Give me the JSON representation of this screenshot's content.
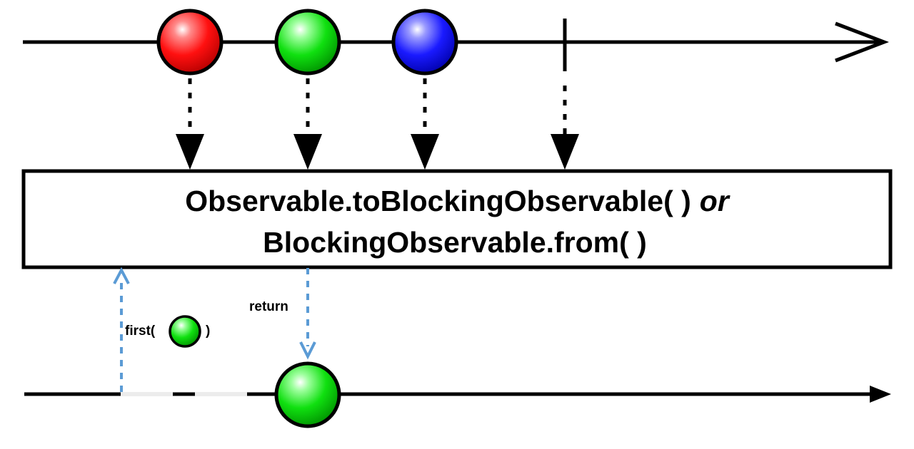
{
  "operator": {
    "line1_main": "Observable.toBlockingObservable( )",
    "line1_or": "or",
    "line2": "BlockingObservable.from( )"
  },
  "labels": {
    "first_open": "first(",
    "first_close": ")",
    "return": "return"
  },
  "top_timeline": {
    "items": [
      {
        "name": "red-marble",
        "color": "#ff0000"
      },
      {
        "name": "green-marble",
        "color": "#00dd00"
      },
      {
        "name": "blue-marble",
        "color": "#1a1aff"
      }
    ],
    "completed": true
  },
  "bottom_timeline": {
    "result_color": "#00dd00"
  },
  "colors": {
    "call_arrow": "#5b9bd5",
    "line": "#000000"
  }
}
